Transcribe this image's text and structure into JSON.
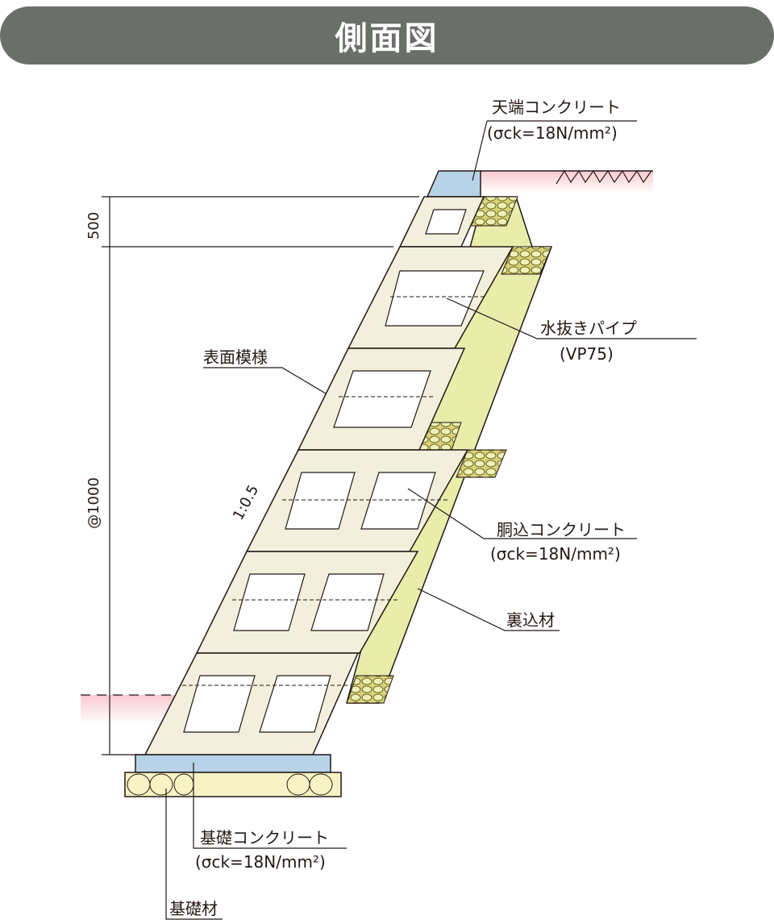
{
  "title": "側面図",
  "labels": {
    "crest_concrete": "天端コンクリート",
    "crest_concrete_spec": "(σck=18N/mm²)",
    "drain_pipe": "水抜きパイプ",
    "drain_pipe_spec": "(VP75)",
    "surface_pattern": "表面模様",
    "fill_concrete": "胴込コンクリート",
    "fill_concrete_spec": "(σck=18N/mm²)",
    "backfill": "裏込材",
    "base_concrete": "基礎コンクリート",
    "base_concrete_spec": "(σck=18N/mm²)",
    "base_material": "基礎材"
  },
  "dimensions": {
    "top": "500",
    "pitch": "@1000",
    "slope": "1:0.5"
  },
  "colors": {
    "block": "#f2f0dc",
    "block_stroke": "#231815",
    "backfill": "#e8edaa",
    "gravel": "#b9b04a",
    "crest": "#b7d3e8",
    "ground_pink": "#f8c9cf",
    "title_bg": "#6b6f6a"
  }
}
